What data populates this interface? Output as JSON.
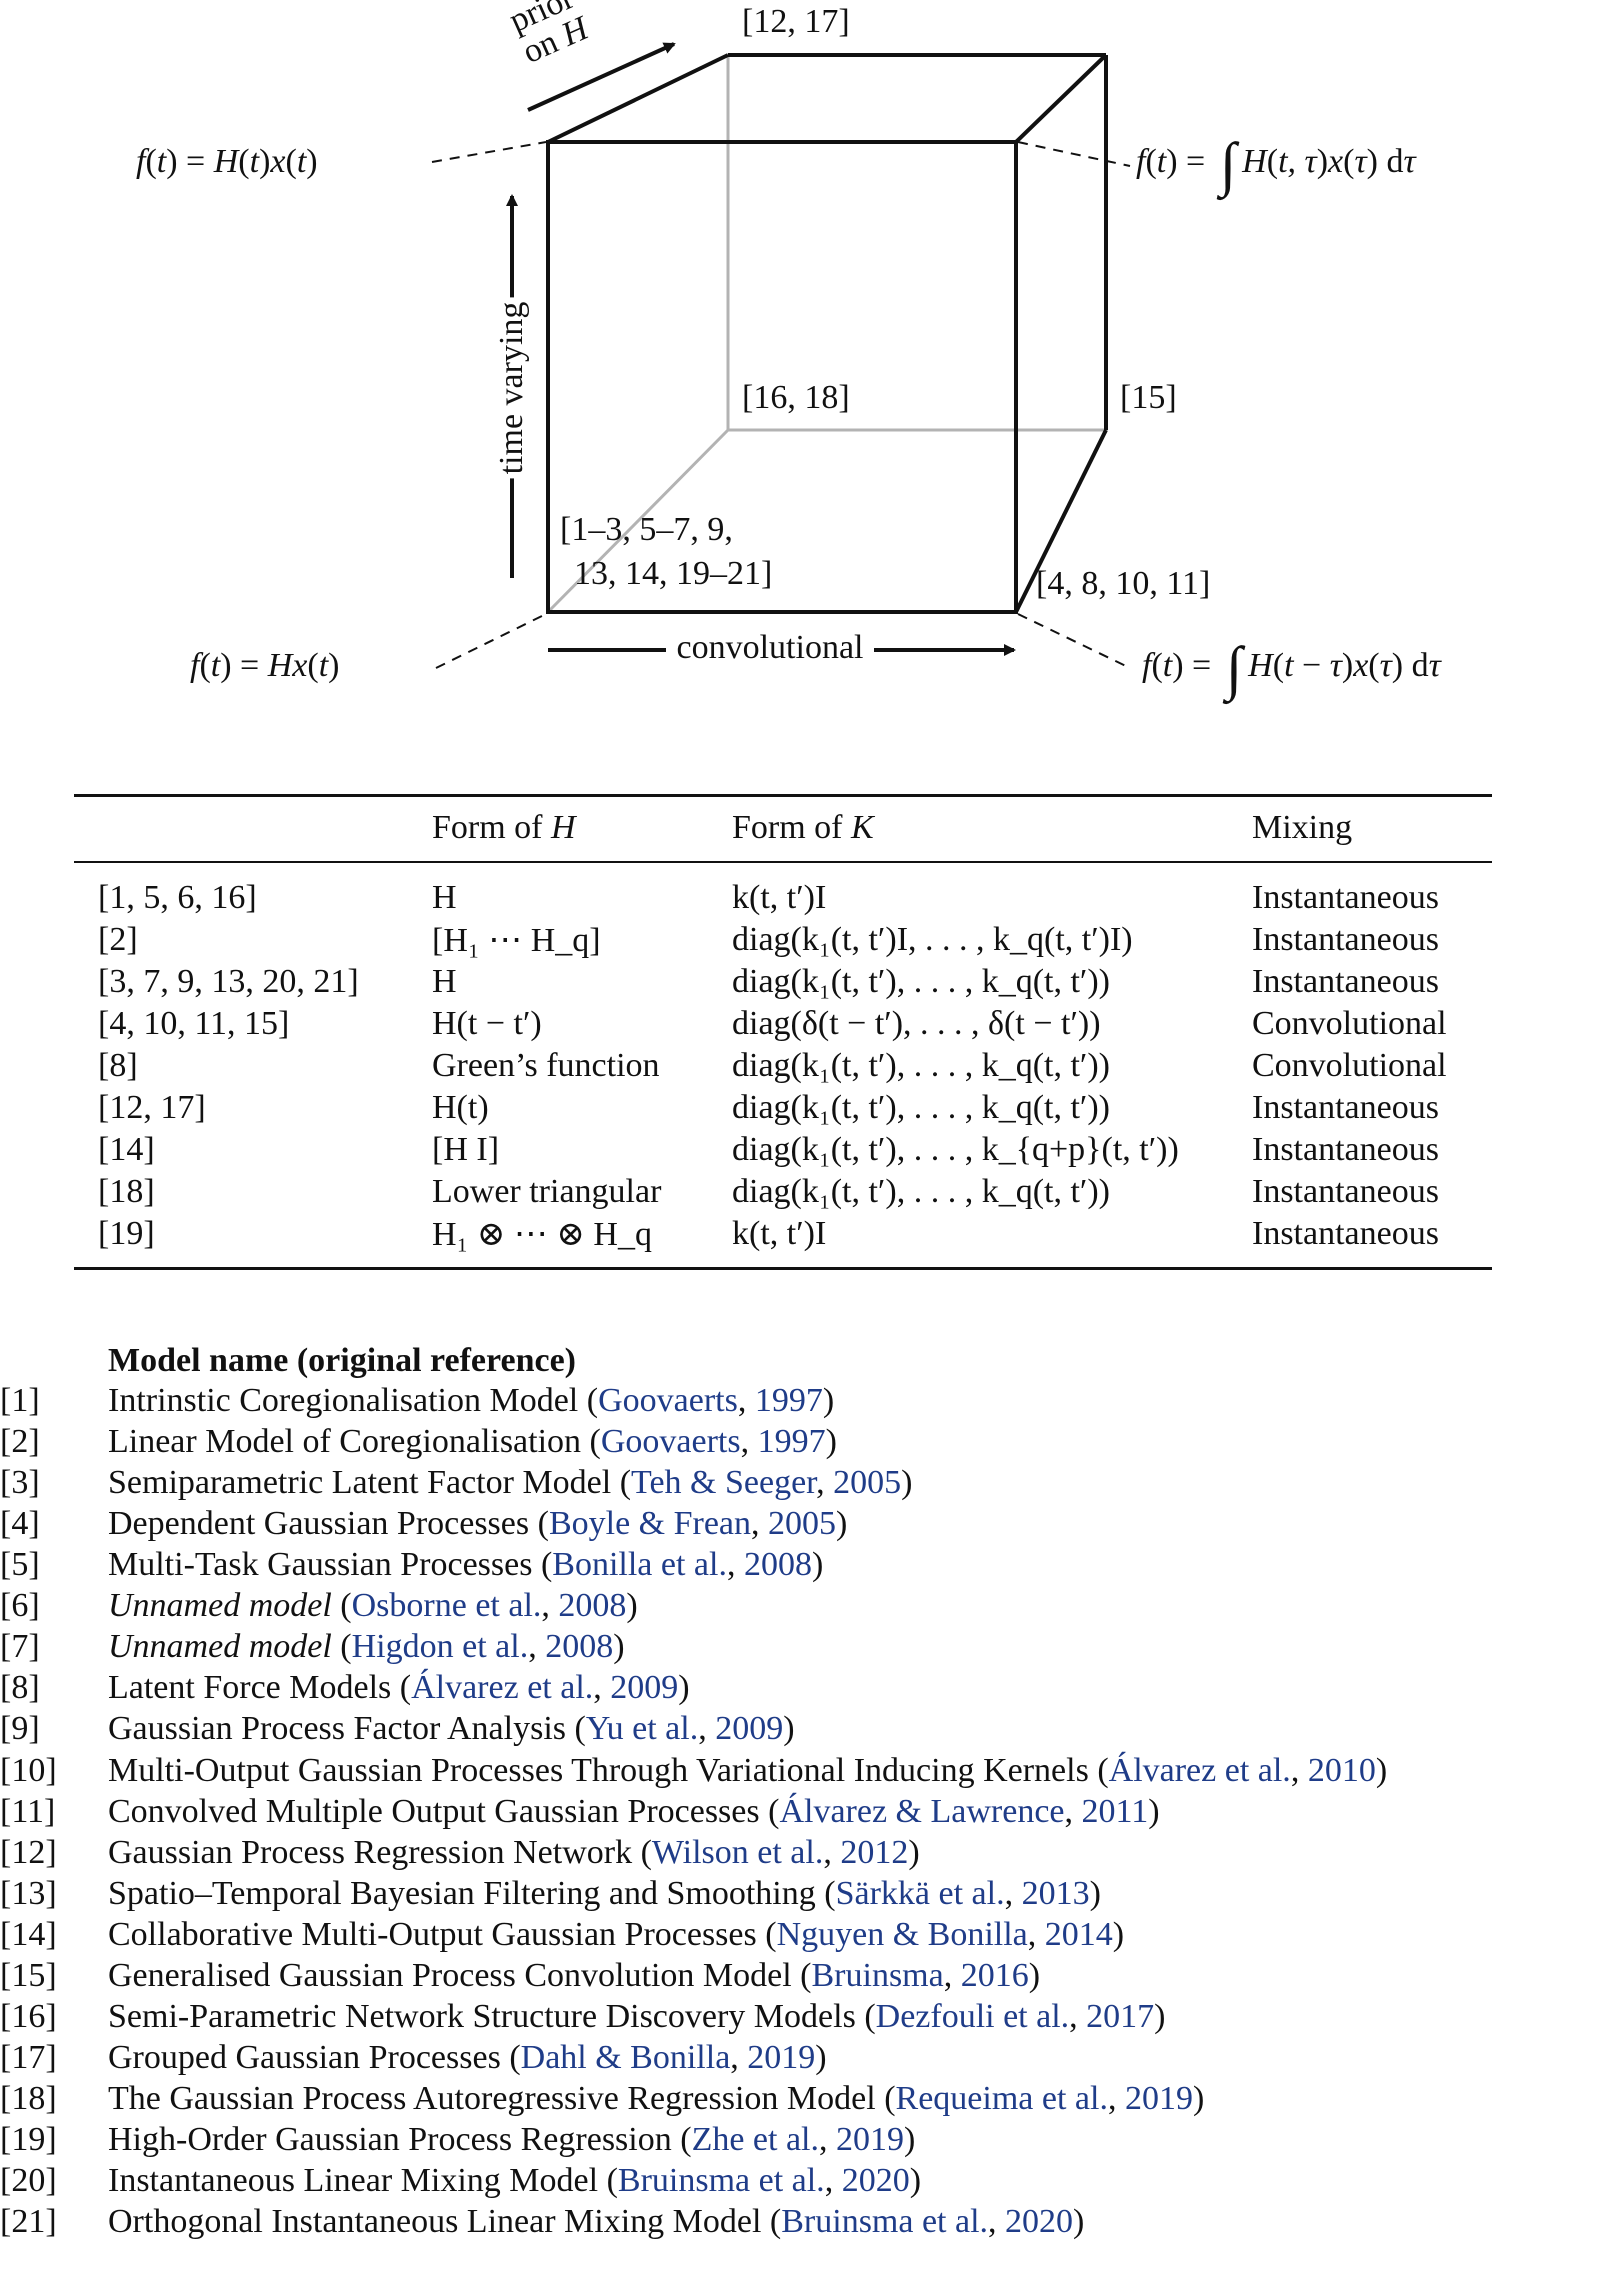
{
  "figure": {
    "arrow_prior": [
      "prior",
      "on H"
    ],
    "axis_time_varying": "time varying",
    "axis_convolutional": "convolutional",
    "corner_top_back_left": "[12, 17]",
    "corner_middle_back_left": "[16, 18]",
    "corner_back_right": "[15]",
    "corner_front_bottom_left": [
      "[1–3, 5–7, 9,",
      "13, 14, 19–21]"
    ],
    "corner_front_bottom_right": "[4, 8, 10, 11]",
    "eq_top_left": "f(t) = H(t)x(t)",
    "eq_top_right": "f(t) = ∫ H(t, τ)x(τ) dτ",
    "eq_bottom_left": "f(t) = Hx(t)",
    "eq_bottom_right": "f(t) = ∫ H(t − τ)x(τ) dτ"
  },
  "table": {
    "headers": [
      "",
      "Form of H",
      "Form of K",
      "Mixing"
    ],
    "rows": [
      [
        "[1, 5, 6, 16]",
        "H",
        "k(t, t′)I",
        "Instantaneous"
      ],
      [
        "[2]",
        "[H₁ ⋯ H_q]",
        "diag(k₁(t, t′)I, . . . , k_q(t, t′)I)",
        "Instantaneous"
      ],
      [
        "[3, 7, 9, 13, 20, 21]",
        "H",
        "diag(k₁(t, t′), . . . , k_q(t, t′))",
        "Instantaneous"
      ],
      [
        "[4, 10, 11, 15]",
        "H(t − t′)",
        "diag(δ(t − t′), . . . , δ(t − t′))",
        "Convolutional"
      ],
      [
        "[8]",
        "Green’s function",
        "diag(k₁(t, t′), . . . , k_q(t, t′))",
        "Convolutional"
      ],
      [
        "[12, 17]",
        "H(t)",
        "diag(k₁(t, t′), . . . , k_q(t, t′))",
        "Instantaneous"
      ],
      [
        "[14]",
        "[H I]",
        "diag(k₁(t, t′), . . . , k_{q+p}(t, t′))",
        "Instantaneous"
      ],
      [
        "[18]",
        "Lower triangular",
        "diag(k₁(t, t′), . . . , k_q(t, t′))",
        "Instantaneous"
      ],
      [
        "[19]",
        "H₁ ⊗ ⋯ ⊗ H_q",
        "k(t, t′)I",
        "Instantaneous"
      ]
    ]
  },
  "references": {
    "heading": "Model name (original reference)",
    "items": [
      {
        "num": "[1]",
        "name": "Intrinstic Coregionalisation Model",
        "italic": false,
        "cite_authors": "Goovaerts",
        "cite_year": "1997"
      },
      {
        "num": "[2]",
        "name": "Linear Model of Coregionalisation",
        "italic": false,
        "cite_authors": "Goovaerts",
        "cite_year": "1997"
      },
      {
        "num": "[3]",
        "name": "Semiparametric Latent Factor Model",
        "italic": false,
        "cite_authors": "Teh & Seeger",
        "cite_year": "2005"
      },
      {
        "num": "[4]",
        "name": "Dependent Gaussian Processes",
        "italic": false,
        "cite_authors": "Boyle & Frean",
        "cite_year": "2005"
      },
      {
        "num": "[5]",
        "name": "Multi-Task Gaussian Processes",
        "italic": false,
        "cite_authors": "Bonilla et al.",
        "cite_year": "2008"
      },
      {
        "num": "[6]",
        "name": "Unnamed model",
        "italic": true,
        "cite_authors": "Osborne et al.",
        "cite_year": "2008"
      },
      {
        "num": "[7]",
        "name": "Unnamed model",
        "italic": true,
        "cite_authors": "Higdon et al.",
        "cite_year": "2008"
      },
      {
        "num": "[8]",
        "name": "Latent Force Models",
        "italic": false,
        "cite_authors": "Álvarez et al.",
        "cite_year": "2009"
      },
      {
        "num": "[9]",
        "name": "Gaussian Process Factor Analysis",
        "italic": false,
        "cite_authors": "Yu et al.",
        "cite_year": "2009"
      },
      {
        "num": "[10]",
        "name": "Multi-Output Gaussian Processes Through Variational Inducing Kernels",
        "italic": false,
        "cite_authors": "Álvarez et al.",
        "cite_year": "2010"
      },
      {
        "num": "[11]",
        "name": "Convolved Multiple Output Gaussian Processes",
        "italic": false,
        "cite_authors": "Álvarez & Lawrence",
        "cite_year": "2011"
      },
      {
        "num": "[12]",
        "name": "Gaussian Process Regression Network",
        "italic": false,
        "cite_authors": "Wilson et al.",
        "cite_year": "2012"
      },
      {
        "num": "[13]",
        "name": "Spatio–Temporal Bayesian Filtering and Smoothing",
        "italic": false,
        "cite_authors": "Särkkä et al.",
        "cite_year": "2013"
      },
      {
        "num": "[14]",
        "name": "Collaborative Multi-Output Gaussian Processes",
        "italic": false,
        "cite_authors": "Nguyen & Bonilla",
        "cite_year": "2014"
      },
      {
        "num": "[15]",
        "name": "Generalised Gaussian Process Convolution Model",
        "italic": false,
        "cite_authors": "Bruinsma",
        "cite_year": "2016"
      },
      {
        "num": "[16]",
        "name": "Semi-Parametric Network Structure Discovery Models",
        "italic": false,
        "cite_authors": "Dezfouli et al.",
        "cite_year": "2017"
      },
      {
        "num": "[17]",
        "name": "Grouped Gaussian Processes",
        "italic": false,
        "cite_authors": "Dahl & Bonilla",
        "cite_year": "2019"
      },
      {
        "num": "[18]",
        "name": "The Gaussian Process Autoregressive Regression Model",
        "italic": false,
        "cite_authors": "Requeima et al.",
        "cite_year": "2019"
      },
      {
        "num": "[19]",
        "name": "High-Order Gaussian Process Regression",
        "italic": false,
        "cite_authors": "Zhe et al.",
        "cite_year": "2019"
      },
      {
        "num": "[20]",
        "name": "Instantaneous Linear Mixing Model",
        "italic": false,
        "cite_authors": "Bruinsma et al.",
        "cite_year": "2020"
      },
      {
        "num": "[21]",
        "name": "Orthogonal Instantaneous Linear Mixing Model",
        "italic": false,
        "cite_authors": "Bruinsma et al.",
        "cite_year": "2020"
      }
    ]
  },
  "colors": {
    "citation_link": "#1f3c88",
    "hidden_edges": "#b3b3b3",
    "ink": "#111111"
  }
}
